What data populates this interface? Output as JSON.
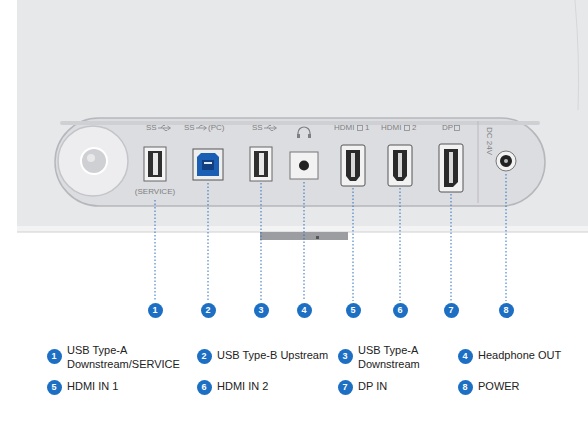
{
  "diagram": {
    "nodes": [
      {
        "text": [
          "1"
        ]
      },
      {
        "text": [
          "2"
        ]
      },
      {
        "text": [
          "3"
        ]
      },
      {
        "text": [
          "4"
        ]
      },
      {
        "text": [
          "5"
        ]
      },
      {
        "text": [
          "6"
        ]
      },
      {
        "text": [
          "7"
        ]
      },
      {
        "text": [
          "8"
        ]
      },
      {
        "text": [
          "1"
        ]
      },
      {
        "text": [
          "2"
        ]
      },
      {
        "text": [
          "3"
        ]
      },
      {
        "text": [
          "4"
        ]
      },
      {
        "text": [
          "5"
        ]
      },
      {
        "text": [
          "6"
        ]
      },
      {
        "text": [
          "7"
        ]
      },
      {
        "text": [
          "8"
        ]
      }
    ],
    "labels": [
      "SS",
      "(SERVICE)",
      "SS",
      "(PC)",
      "SS",
      "HDMI",
      "1",
      "HDMI",
      "2",
      "DP",
      "DC 24V",
      "USB Type-A Downstream/SERVICE",
      "USB Type-B Upstream",
      "USB Type-A Downstream",
      "Headphone OUT",
      "HDMI IN 1",
      "HDMI IN 2",
      "DP IN",
      "POWER"
    ]
  }
}
